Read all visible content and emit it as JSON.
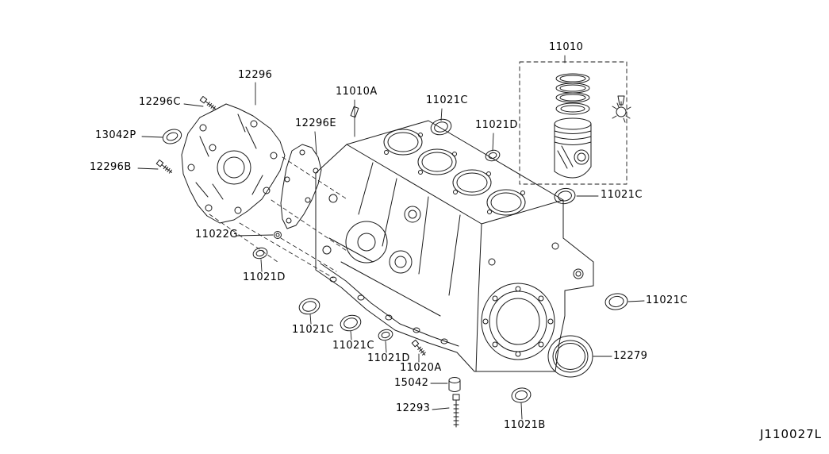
{
  "diagram": {
    "code": "J110027L",
    "colors": {
      "line": "#1a1a1a",
      "background": "#ffffff"
    },
    "labels": [
      {
        "part": "bolt",
        "text": "12296C"
      },
      {
        "part": "front-cover",
        "text": "12296"
      },
      {
        "part": "oil-seal",
        "text": "13042P"
      },
      {
        "part": "bolt",
        "text": "12296B"
      },
      {
        "part": "head-gasket",
        "text": "11010A"
      },
      {
        "part": "cover-gasket",
        "text": "12296E"
      },
      {
        "part": "plug",
        "text": "11021C"
      },
      {
        "part": "plug",
        "text": "11021D"
      },
      {
        "part": "piston-ring-set",
        "text": "11010"
      },
      {
        "part": "plug",
        "text": "11021C"
      },
      {
        "part": "dowel",
        "text": "11022G"
      },
      {
        "part": "plug",
        "text": "11021D"
      },
      {
        "part": "plug",
        "text": "11021C"
      },
      {
        "part": "plug",
        "text": "11021C"
      },
      {
        "part": "plug",
        "text": "11021D"
      },
      {
        "part": "bolt",
        "text": "11020A"
      },
      {
        "part": "plug",
        "text": "15042"
      },
      {
        "part": "bolt",
        "text": "12293"
      },
      {
        "part": "plug",
        "text": "11021B"
      },
      {
        "part": "plug",
        "text": "11021C"
      },
      {
        "part": "rear-oil-seal",
        "text": "12279"
      }
    ]
  }
}
